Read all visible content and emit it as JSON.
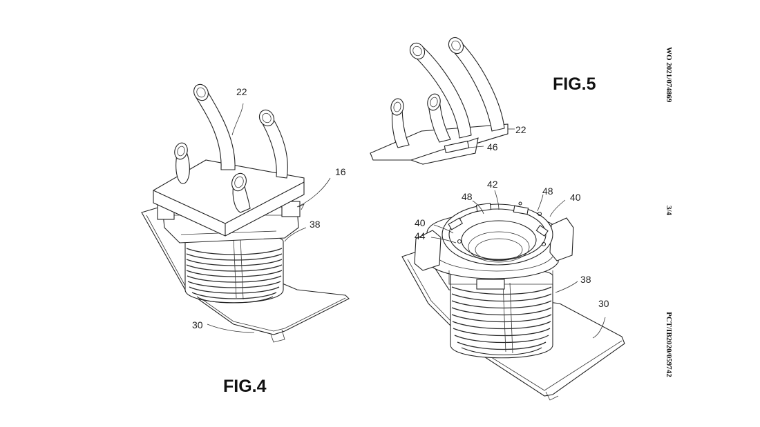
{
  "figures": {
    "fig4": {
      "title": "FIG.4"
    },
    "fig5": {
      "title": "FIG.5"
    }
  },
  "reference_numerals": {
    "fig4": {
      "r22": "22",
      "r16": "16",
      "r38": "38",
      "r30": "30"
    },
    "fig5_top": {
      "r22": "22",
      "r46": "46"
    },
    "fig5_bottom": {
      "r42": "42",
      "r48a": "48",
      "r48b": "48",
      "r40a": "40",
      "r40b": "40",
      "r44": "44",
      "r38": "38",
      "r30": "30"
    }
  },
  "margin_text": {
    "publication": "WO 2021/074869",
    "sheet": "3/4",
    "application": "PCT/IB2020/059742"
  }
}
